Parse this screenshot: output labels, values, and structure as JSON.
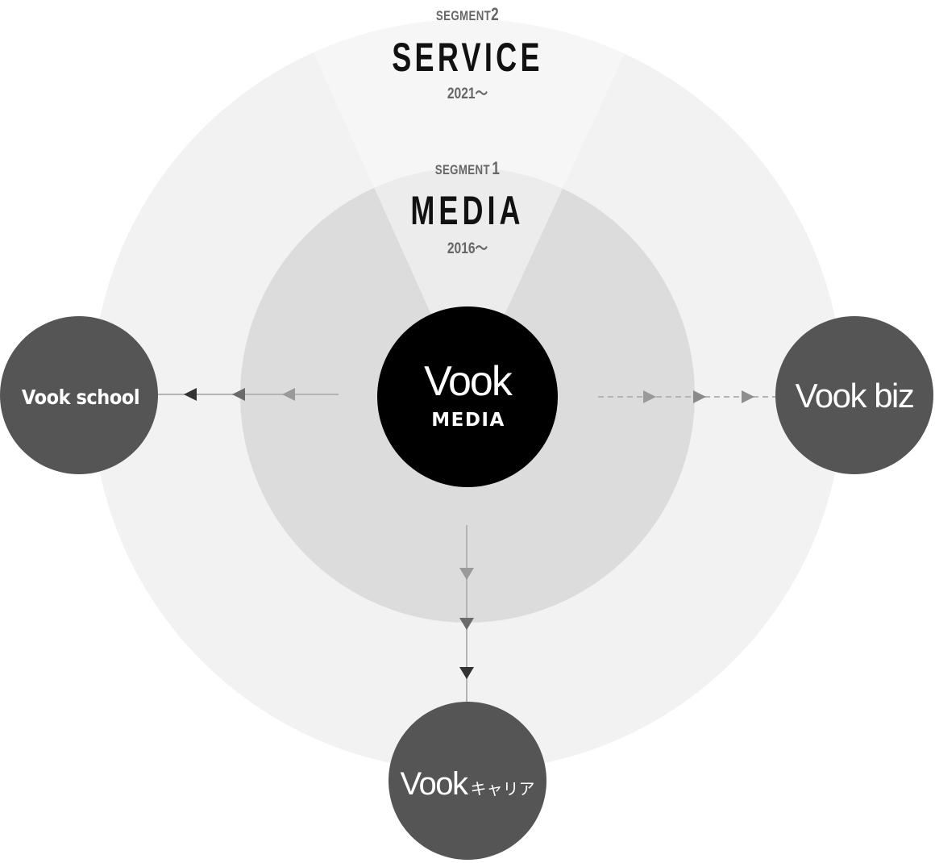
{
  "segments": [
    {
      "id": "segment2",
      "label_prefix": "SEGMENT",
      "label_number": "2",
      "title": "SERVICE",
      "period": "2021〜"
    },
    {
      "id": "segment1",
      "label_prefix": "SEGMENT",
      "label_number": "1",
      "title": "MEDIA",
      "period": "2016〜"
    }
  ],
  "center_node": {
    "logo": "Vook",
    "subtitle": "MEDIA"
  },
  "service_nodes": [
    {
      "id": "school",
      "logo": "Vook",
      "suffix": " school",
      "full_label": "Vook school",
      "direction": "left",
      "connector": "solid"
    },
    {
      "id": "biz",
      "logo": "Vook",
      "suffix": " biz",
      "full_label": "Vook biz",
      "direction": "right",
      "connector": "dashed"
    },
    {
      "id": "career",
      "logo": "Vook",
      "suffix": "キャリア",
      "full_label": "Vookキャリア",
      "direction": "down",
      "connector": "solid"
    }
  ],
  "colors": {
    "background": "#ffffff",
    "outer_ring": "#f2f2f2",
    "inner_ring": "#dcdcdc",
    "wedge_outer": "#f6f6f6",
    "wedge_inner": "#ececec",
    "center_node": "#000000",
    "service_node": "#555555",
    "title_text": "#111111",
    "sub_text": "#666666",
    "node_text": "#ffffff",
    "arrow_light": "#9a9a9a",
    "arrow_mid": "#6a6a6a",
    "arrow_dark": "#333333",
    "line": "#b4b4b4"
  }
}
